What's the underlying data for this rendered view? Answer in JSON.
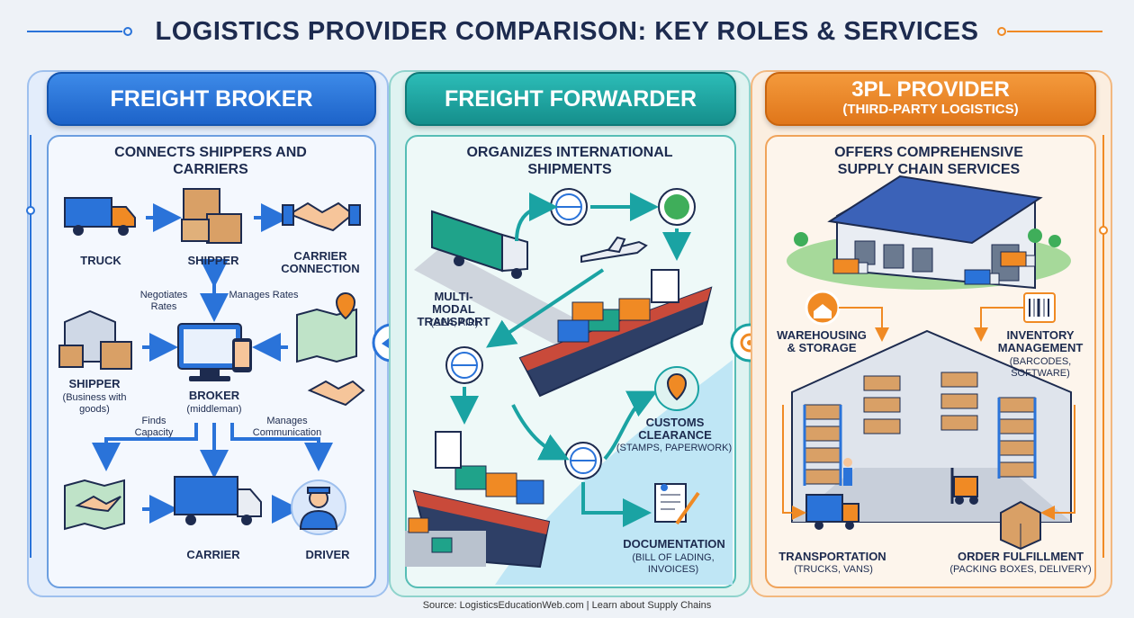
{
  "title": "LOGISTICS PROVIDER COMPARISON: KEY ROLES & SERVICES",
  "colors": {
    "broker": "#2a73d9",
    "forwarder": "#1aa3a3",
    "provider": "#f08a24",
    "navy": "#1d2b4f"
  },
  "broker": {
    "header": "FREIGHT BROKER",
    "heading": "CONNECTS SHIPPERS AND CARRIERS",
    "truck": "TRUCK",
    "shipper_top": "SHIPPER",
    "carrier_connection": "CARRIER CONNECTION",
    "negotiates": "Negotiates Rates",
    "manages_rates": "Manages Rates",
    "shipper": "SHIPPER",
    "shipper_sub": "(Business with goods)",
    "broker": "BROKER",
    "broker_sub": "(middleman)",
    "finds_capacity": "Finds Capacity",
    "manages_comm": "Manages Communication",
    "carrier": "CARRIER",
    "driver": "DRIVER"
  },
  "forwarder": {
    "header": "FREIGHT FORWARDER",
    "heading": "ORGANIZES INTERNATIONAL SHIPMENTS",
    "multimodal": "MULTI-MODAL TRANSPORT",
    "multimodal_sub": "(SEA, AIR)",
    "customs": "CUSTOMS CLEARANCE",
    "customs_sub": "(STAMPS, PAPERWORK)",
    "documentation": "DOCUMENTATION",
    "documentation_sub": "(BILL OF LADING, INVOICES)"
  },
  "provider": {
    "header": "3PL PROVIDER",
    "header_sub": "(THIRD-PARTY LOGISTICS)",
    "heading": "OFFERS COMPREHENSIVE SUPPLY CHAIN SERVICES",
    "warehousing": "WAREHOUSING & STORAGE",
    "inventory": "INVENTORY MANAGEMENT",
    "inventory_sub": "(BARCODES, SOFTWARE)",
    "transportation": "TRANSPORTATION",
    "transportation_sub": "(TRUCKS, VANS)",
    "fulfillment": "ORDER FULFILLMENT",
    "fulfillment_sub": "(PACKING BOXES, DELIVERY)"
  },
  "source": "Source: LogisticsEducationWeb.com | Learn about Supply Chains"
}
